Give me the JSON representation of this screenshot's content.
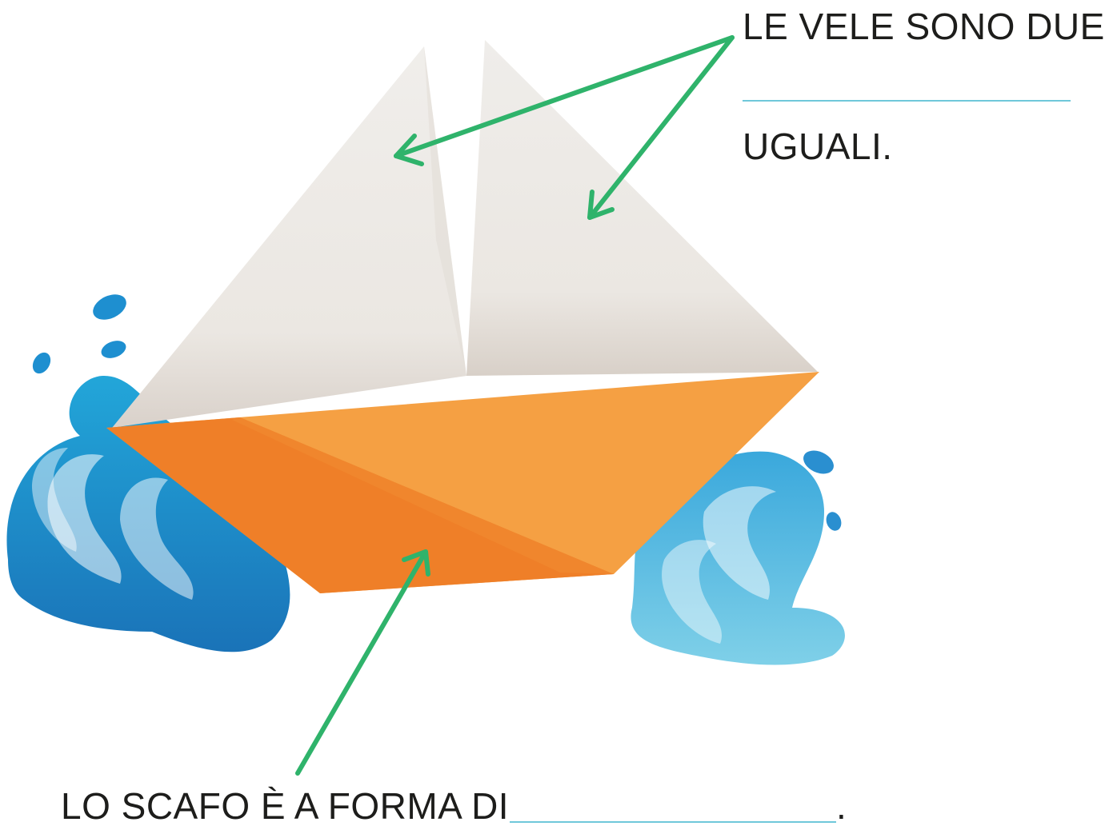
{
  "sails_statement": {
    "line1": "LE VELE SONO DUE",
    "line2": "UGUALI."
  },
  "hull_statement": {
    "text": "LO SCAFO È A FORMA DI",
    "end": "."
  },
  "colors": {
    "arrow": "#2fb36b",
    "blank_line": "#6fc8da",
    "sail": "#ece8e4",
    "hull_light": "#f5a043",
    "hull_dark": "#ef7f28",
    "wave": "#1e90c9"
  },
  "illustration": {
    "subject": "paper-boat",
    "parts": [
      "sail-left",
      "sail-right",
      "hull",
      "waves-left",
      "waves-right"
    ]
  }
}
